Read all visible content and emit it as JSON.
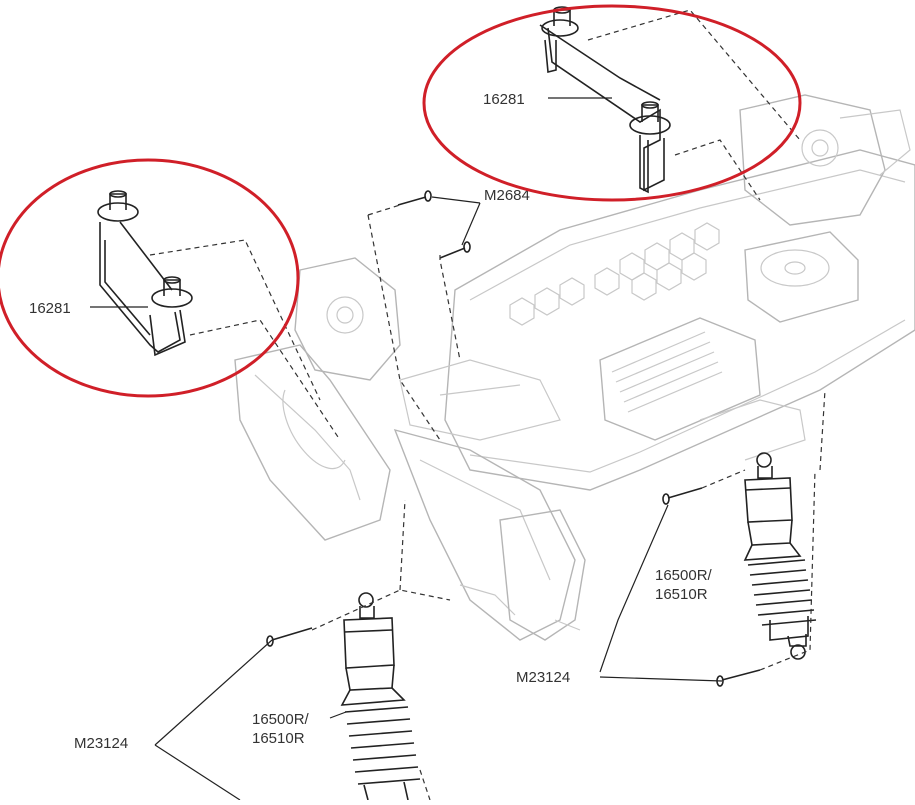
{
  "callouts": {
    "body_post_top": "16281",
    "body_post_left": "16281",
    "screw_top": "M2684",
    "shock_right": "16500R/\n16510R",
    "shock_left": "16500R/\n16510R",
    "screw_right": "M23124",
    "screw_left": "M23124"
  },
  "highlight_color": "#d01f28"
}
